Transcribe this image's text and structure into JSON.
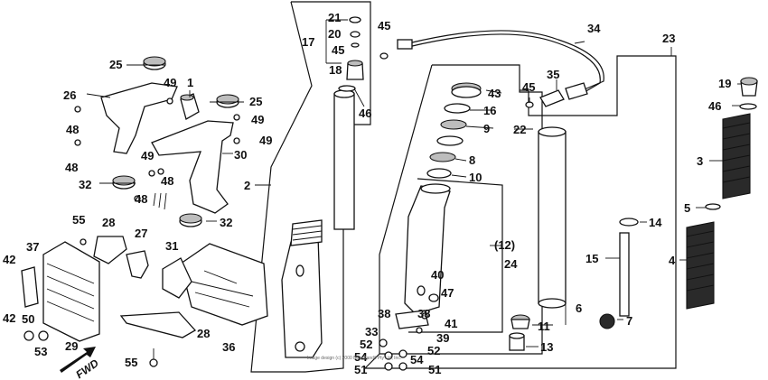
{
  "diagram": {
    "copyright": "Image design (c) 2000 Bike Bandit Pty Ltd, Inc.",
    "fwd_label": "FWD",
    "colors": {
      "ink": "#111111",
      "background": "#ffffff",
      "spring": "#2a2a2a"
    },
    "labels": {
      "l1": "1",
      "l2": "2",
      "l3": "3",
      "l4": "4",
      "l5": "5",
      "l6": "6",
      "l7": "7",
      "l8": "8",
      "l9": "9",
      "l10": "10",
      "l11": "11",
      "l12": "(12)",
      "l13": "13",
      "l14": "14",
      "l15": "15",
      "l16": "16",
      "l17": "17",
      "l18": "18",
      "l19": "19",
      "l20": "20",
      "l21": "21",
      "l22": "22",
      "l23": "23",
      "l24": "24",
      "l25a": "25",
      "l25b": "25",
      "l26": "26",
      "l27": "27",
      "l28a": "28",
      "l28b": "28",
      "l29": "29",
      "l30": "30",
      "l31": "31",
      "l32a": "32",
      "l32b": "32",
      "l33": "33",
      "l34": "34",
      "l35": "35",
      "l36": "36",
      "l37": "37",
      "l38a": "38",
      "l38b": "38",
      "l39": "39",
      "l40": "40",
      "l41": "41",
      "l42a": "42",
      "l42b": "42",
      "l43": "43",
      "l45a": "45",
      "l45b": "45",
      "l45c": "45",
      "l46a": "46",
      "l46b": "46",
      "l47": "47",
      "l48a": "48",
      "l48b": "48",
      "l48c": "48",
      "l48d": "48",
      "l49a": "49",
      "l49b": "49",
      "l49c": "49",
      "l49d": "49",
      "l50": "50",
      "l51a": "51",
      "l51b": "51",
      "l52a": "52",
      "l52b": "52",
      "l53": "53",
      "l54a": "54",
      "l54b": "54",
      "l55a": "55",
      "l55b": "55"
    }
  }
}
